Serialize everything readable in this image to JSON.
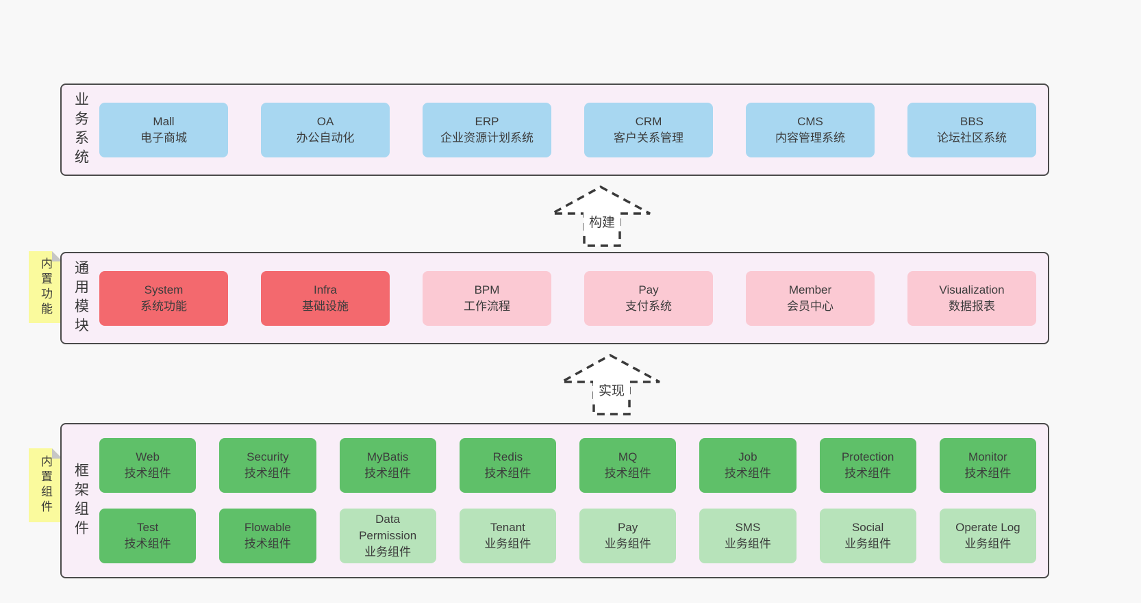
{
  "colors": {
    "page_bg": "#f8f8f8",
    "section_bg": "#f9eef8",
    "section_border": "#4a4a4a",
    "blue_box": "#a8d7f1",
    "red_box": "#f3696e",
    "pink_box": "#fbc9d3",
    "green_box": "#5fc069",
    "light_green_box": "#b7e3ba",
    "sticky_yellow": "#fafa9d",
    "sticky_fold": "#c6c6c6",
    "arrow_stroke": "#3a3a3a",
    "text": "#3c3c3c"
  },
  "arrows": {
    "build": "构建",
    "implement": "实现"
  },
  "stickies": {
    "features": "内置功能",
    "components": "内置组件"
  },
  "sections": {
    "business": {
      "label": "业务系统",
      "boxes": [
        {
          "name": "Mall",
          "desc": "电子商城",
          "variant": "blue"
        },
        {
          "name": "OA",
          "desc": "办公自动化",
          "variant": "blue"
        },
        {
          "name": "ERP",
          "desc": "企业资源计划系统",
          "variant": "blue"
        },
        {
          "name": "CRM",
          "desc": "客户关系管理",
          "variant": "blue"
        },
        {
          "name": "CMS",
          "desc": "内容管理系统",
          "variant": "blue"
        },
        {
          "name": "BBS",
          "desc": "论坛社区系统",
          "variant": "blue"
        }
      ]
    },
    "modules": {
      "label": "通用模块",
      "boxes": [
        {
          "name": "System",
          "desc": "系统功能",
          "variant": "red"
        },
        {
          "name": "Infra",
          "desc": "基础设施",
          "variant": "red"
        },
        {
          "name": "BPM",
          "desc": "工作流程",
          "variant": "pink"
        },
        {
          "name": "Pay",
          "desc": "支付系统",
          "variant": "pink"
        },
        {
          "name": "Member",
          "desc": "会员中心",
          "variant": "pink"
        },
        {
          "name": "Visualization",
          "desc": "数据报表",
          "variant": "pink"
        }
      ]
    },
    "components": {
      "label": "框架组件",
      "rows": [
        [
          {
            "name": "Web",
            "desc": "技术组件",
            "variant": "green"
          },
          {
            "name": "Security",
            "desc": "技术组件",
            "variant": "green"
          },
          {
            "name": "MyBatis",
            "desc": "技术组件",
            "variant": "green"
          },
          {
            "name": "Redis",
            "desc": "技术组件",
            "variant": "green"
          },
          {
            "name": "MQ",
            "desc": "技术组件",
            "variant": "green"
          },
          {
            "name": "Job",
            "desc": "技术组件",
            "variant": "green"
          },
          {
            "name": "Protection",
            "desc": "技术组件",
            "variant": "green"
          },
          {
            "name": "Monitor",
            "desc": "技术组件",
            "variant": "green"
          }
        ],
        [
          {
            "name": "Test",
            "desc": "技术组件",
            "variant": "green"
          },
          {
            "name": "Flowable",
            "desc": "技术组件",
            "variant": "green"
          },
          {
            "name": "Data Permission",
            "desc": "业务组件",
            "variant": "lightgreen"
          },
          {
            "name": "Tenant",
            "desc": "业务组件",
            "variant": "lightgreen"
          },
          {
            "name": "Pay",
            "desc": "业务组件",
            "variant": "lightgreen"
          },
          {
            "name": "SMS",
            "desc": "业务组件",
            "variant": "lightgreen"
          },
          {
            "name": "Social",
            "desc": "业务组件",
            "variant": "lightgreen"
          },
          {
            "name": "Operate Log",
            "desc": "业务组件",
            "variant": "lightgreen"
          }
        ]
      ]
    }
  }
}
